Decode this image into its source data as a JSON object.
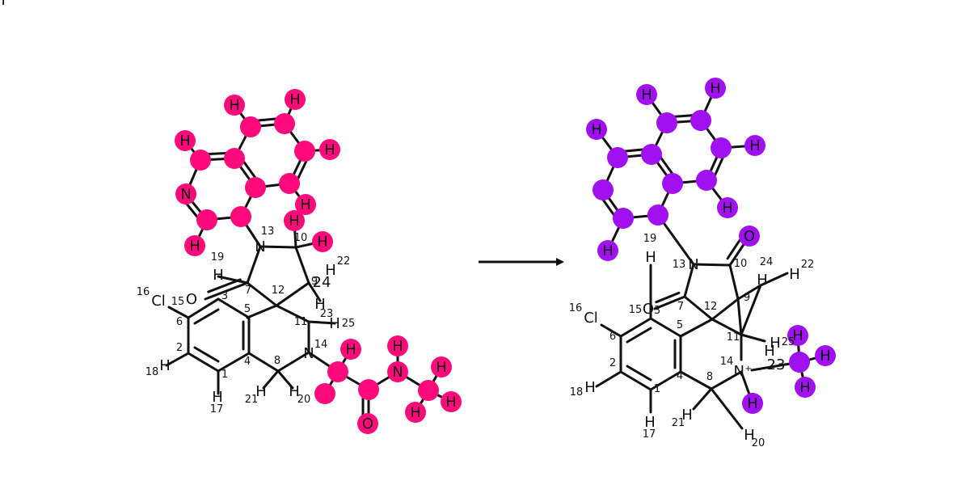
{
  "colors": {
    "reactant_highlight": "#ff0a7a",
    "product_highlight": "#a010f0",
    "ink": "#111111"
  },
  "reactant": {
    "atoms": [
      {
        "label": "Cl",
        "idx": "16"
      },
      {
        "label": "",
        "idx": "15"
      },
      {
        "label": "",
        "idx": "6"
      },
      {
        "label": "",
        "idx": "2"
      },
      {
        "label": "",
        "idx": "1"
      },
      {
        "label": "",
        "idx": "4"
      },
      {
        "label": "",
        "idx": "5"
      },
      {
        "label": "",
        "idx": "3"
      },
      {
        "label": "H",
        "idx": "19"
      },
      {
        "label": "O",
        "idx": ""
      },
      {
        "label": "",
        "idx": "7"
      },
      {
        "label": "N",
        "idx": "13"
      },
      {
        "label": "",
        "idx": "10"
      },
      {
        "label": "",
        "idx": "12"
      },
      {
        "label": "",
        "idx": "9"
      },
      {
        "label": "",
        "idx": "11"
      },
      {
        "label": "N",
        "idx": "14"
      },
      {
        "label": "",
        "idx": "8"
      },
      {
        "label": "H",
        "idx": "18"
      },
      {
        "label": "H",
        "idx": "17"
      },
      {
        "label": "H",
        "idx": "21"
      },
      {
        "label": "H",
        "idx": "20"
      },
      {
        "label": "H",
        "idx": "22"
      },
      {
        "label": "24",
        "idx": ""
      },
      {
        "label": "H",
        "idx": ""
      },
      {
        "label": "H",
        "idx": "23"
      },
      {
        "label": "H",
        "idx": "25"
      },
      {
        "label": "N",
        "idx": ""
      },
      {
        "label": "H",
        "idx": ""
      },
      {
        "label": "H",
        "idx": ""
      },
      {
        "label": "H",
        "idx": ""
      },
      {
        "label": "H",
        "idx": ""
      },
      {
        "label": "H",
        "idx": ""
      },
      {
        "label": "H",
        "idx": ""
      },
      {
        "label": "H",
        "idx": ""
      },
      {
        "label": "H",
        "idx": ""
      },
      {
        "label": "O",
        "idx": ""
      },
      {
        "label": "H",
        "idx": ""
      },
      {
        "label": "N",
        "idx": ""
      },
      {
        "label": "H",
        "idx": ""
      },
      {
        "label": "H",
        "idx": ""
      },
      {
        "label": "H",
        "idx": ""
      },
      {
        "label": "H",
        "idx": ""
      }
    ]
  },
  "product": {
    "atoms": [
      {
        "label": "Cl",
        "idx": "16"
      },
      {
        "label": "",
        "idx": "15"
      },
      {
        "label": "",
        "idx": "6"
      },
      {
        "label": "",
        "idx": "2"
      },
      {
        "label": "",
        "idx": "1"
      },
      {
        "label": "",
        "idx": "4"
      },
      {
        "label": "",
        "idx": "5"
      },
      {
        "label": "O",
        "idx": "3"
      },
      {
        "label": "H",
        "idx": "19"
      },
      {
        "label": "",
        "idx": "7"
      },
      {
        "label": "N",
        "idx": "13"
      },
      {
        "label": "",
        "idx": "10"
      },
      {
        "label": "O",
        "idx": ""
      },
      {
        "label": "",
        "idx": "12"
      },
      {
        "label": "",
        "idx": "9"
      },
      {
        "label": "",
        "idx": "11"
      },
      {
        "label": "N⁺",
        "idx": "14"
      },
      {
        "label": "",
        "idx": "8"
      },
      {
        "label": "H",
        "idx": "18"
      },
      {
        "label": "H",
        "idx": "17"
      },
      {
        "label": "H",
        "idx": "21"
      },
      {
        "label": "H",
        "idx": "20"
      },
      {
        "label": "H",
        "idx": "24"
      },
      {
        "label": "H",
        "idx": "22"
      },
      {
        "label": "H",
        "idx": "25"
      },
      {
        "label": "23",
        "idx": ""
      },
      {
        "label": "H",
        "idx": ""
      },
      {
        "label": "H",
        "idx": ""
      },
      {
        "label": "H",
        "idx": ""
      },
      {
        "label": "H",
        "idx": ""
      },
      {
        "label": "H",
        "idx": ""
      },
      {
        "label": "H",
        "idx": ""
      },
      {
        "label": "H",
        "idx": ""
      },
      {
        "label": "H",
        "idx": ""
      },
      {
        "label": "H",
        "idx": ""
      }
    ]
  }
}
